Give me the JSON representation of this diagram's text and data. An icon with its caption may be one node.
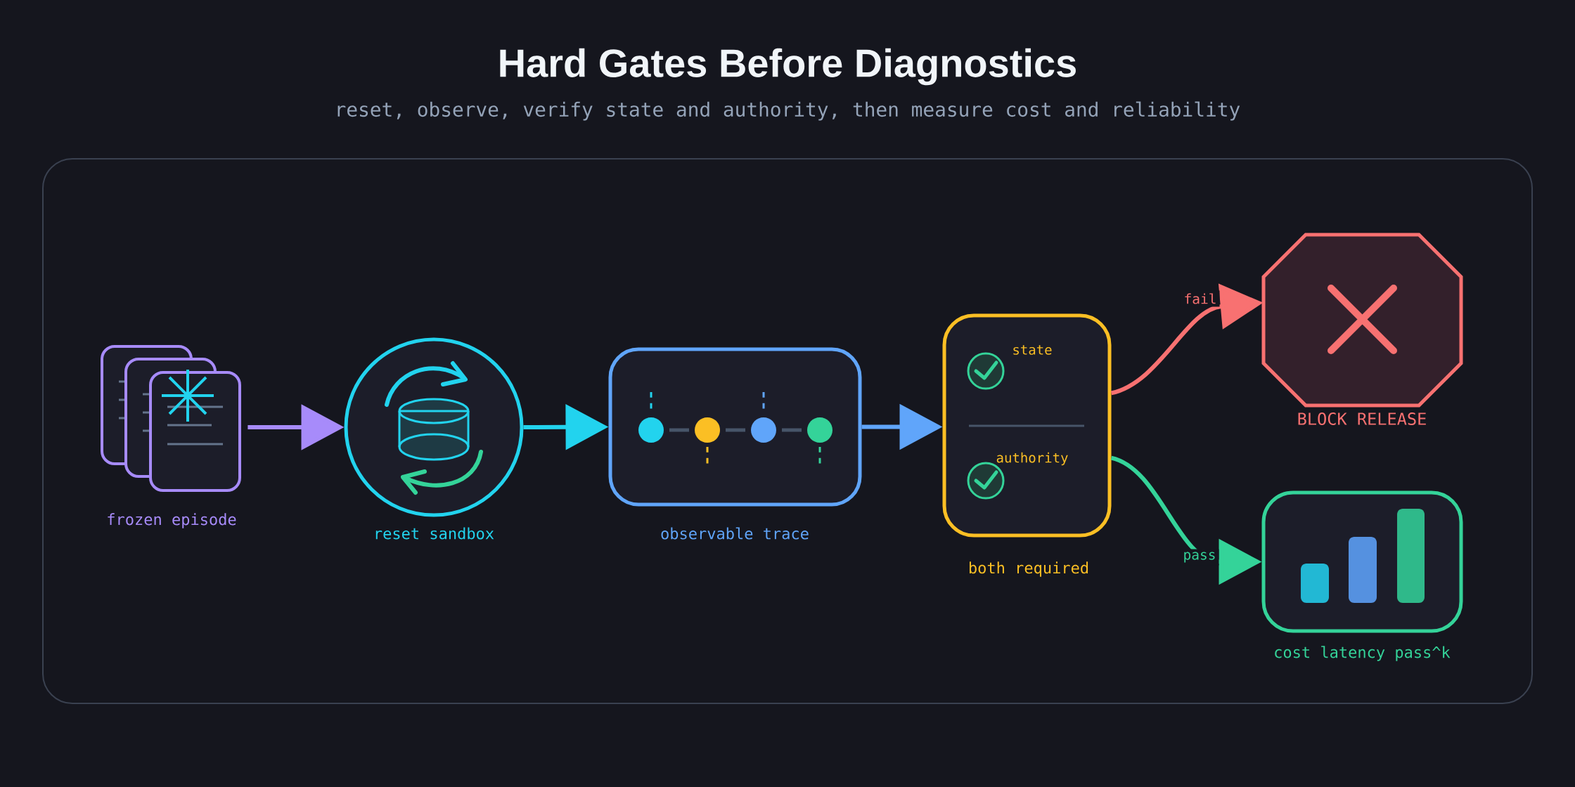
{
  "diagram": {
    "title": "Hard Gates Before Diagnostics",
    "caption": "reset, observe, verify state and authority, then measure cost and reliability",
    "nodes": [
      {
        "text": [],
        "shape": "picture",
        "beside": [
          "frozen episode"
        ]
      },
      {
        "text": [],
        "shape": "circle",
        "beside": [
          "reset sandbox"
        ]
      },
      {
        "text": [],
        "shape": "box",
        "beside": [
          "observable trace"
        ]
      },
      {
        "text": [
          "state",
          "authority"
        ],
        "beside": [
          "both required"
        ]
      },
      {
        "text": [],
        "shape": "octagon",
        "beside": [
          "BLOCK RELEASE"
        ]
      },
      {
        "text": [],
        "shape": "box",
        "beside": [
          "cost latency pass^k"
        ]
      }
    ],
    "edges": [
      {
        "from": 0,
        "to": 1,
        "arrow": "to",
        "color": "#a78bfa"
      },
      {
        "from": 1,
        "to": 2,
        "arrow": "to",
        "color": "#22d3ee"
      },
      {
        "from": 2,
        "to": 3,
        "arrow": "to",
        "color": "#60a5fa"
      },
      {
        "from": 3,
        "to": 4,
        "arrow": "to",
        "label": "fail",
        "color": "#f87171"
      },
      {
        "from": 3,
        "to": 5,
        "arrow": "to",
        "label": "pass",
        "color": "#34d399"
      }
    ]
  }
}
